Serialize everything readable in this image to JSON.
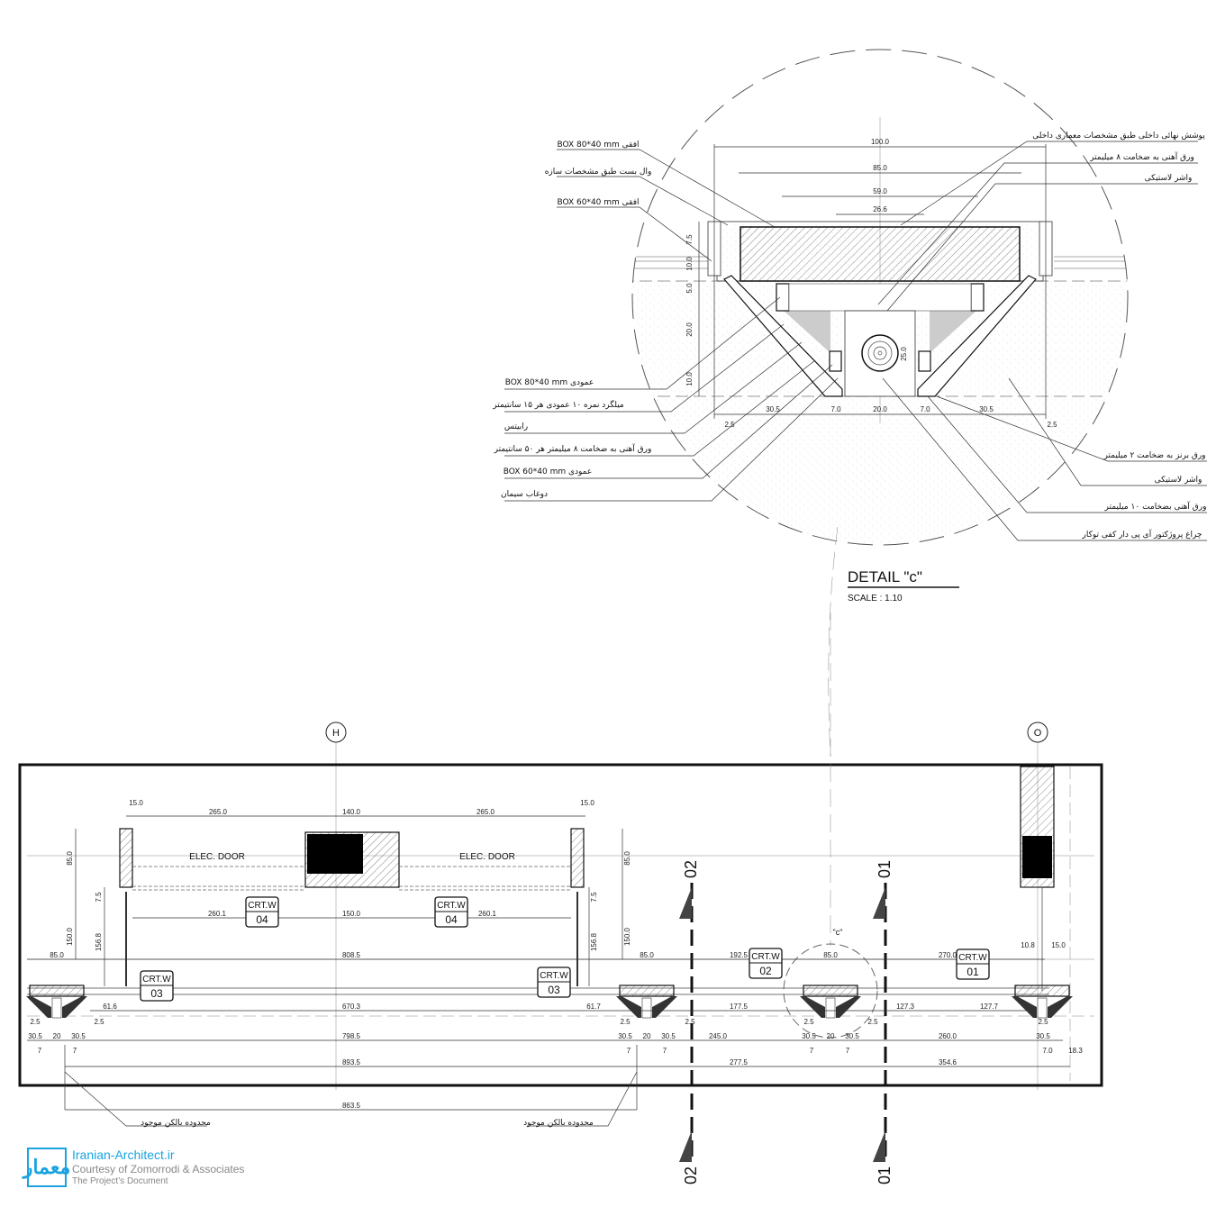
{
  "detail": {
    "title": "DETAIL \"c\"",
    "scale": "SCALE : 1.10",
    "dims": [
      "100.0",
      "85.0",
      "59.0",
      "26.6",
      "7.5",
      "10.0",
      "5.0",
      "20.0",
      "10.0",
      "25.0",
      "2.5",
      "30.5",
      "7.0",
      "20.0",
      "7.0",
      "30.5",
      "2.5"
    ],
    "labels_left": [
      "BOX 80*40 mm افقی",
      "وال بست طبق مشخصات سازه",
      "BOX 60*40 mm افقی",
      "BOX 80*40 mm عمودی",
      "میلگرد نمره ۱۰ عمودی هر ۱۵ سانتیمتر",
      "رابیتس",
      "ورق آهنی به ضخامت ۸ میلیمتر هر ۵۰ سانتیمتر",
      "BOX 60*40 mm عمودی",
      "دوغاب سیمان"
    ],
    "labels_right": [
      "پوشش نهائی داخلی طبق مشخصات معماری داخلی",
      "ورق آهنی به ضخامت ۸ میلیمتر",
      "واشر لاستیکی",
      "ورق برنز به ضخامت ۲ میلیمتر",
      "واشر لاستیکی",
      "ورق آهنی بضخامت ۱۰ میلیمتر",
      "چراغ پروژکتور آی پی دار کفی توکار"
    ]
  },
  "plan": {
    "grid_bubbles": [
      "H",
      "O"
    ],
    "section_marks": [
      "02",
      "02",
      "01",
      "01"
    ],
    "door_labels": [
      "ELEC. DOOR",
      "ELEC. DOOR"
    ],
    "callout": "\"c\"",
    "tags": [
      {
        "type": "CRT.W",
        "num": "04"
      },
      {
        "type": "CRT.W",
        "num": "04"
      },
      {
        "type": "CRT.W",
        "num": "03"
      },
      {
        "type": "CRT.W",
        "num": "03"
      },
      {
        "type": "CRT.W",
        "num": "02"
      },
      {
        "type": "CRT.W",
        "num": "01"
      }
    ],
    "dims": [
      "15.0",
      "265.0",
      "140.0",
      "265.0",
      "15.0",
      "260.1",
      "150.0",
      "260.1",
      "85.0",
      "808.5",
      "85.0",
      "192.5",
      "85.0",
      "270.0",
      "10.8",
      "15.0",
      "61.6",
      "670.3",
      "61.7",
      "177.5",
      "127.3",
      "127.7",
      "2.5",
      "2.5",
      "2.5",
      "2.5",
      "2.5",
      "2.5",
      "2.5",
      "30.5",
      "20",
      "30.5",
      "798.5",
      "30.5",
      "20",
      "30.5",
      "245.0",
      "30.5",
      "20",
      "30.5",
      "260.0",
      "30.5",
      "7",
      "7",
      "7",
      "7",
      "7",
      "7",
      "7.0",
      "18.3",
      "893.5",
      "277.5",
      "354.6",
      "863.5"
    ],
    "vdims": [
      "85.0",
      "85.0",
      "7.5",
      "7.5",
      "150.0",
      "150.0",
      "156.8",
      "156.8"
    ],
    "balcony_labels": [
      "محدوده بالکن موجود",
      "محدوده بالکن موجود"
    ]
  },
  "watermark": {
    "logo_text": "معمار",
    "site": "Iranian-Architect.ir",
    "courtesy": "Courtesy of Zomorrodi & Associates",
    "note": "The Project’s Document"
  }
}
